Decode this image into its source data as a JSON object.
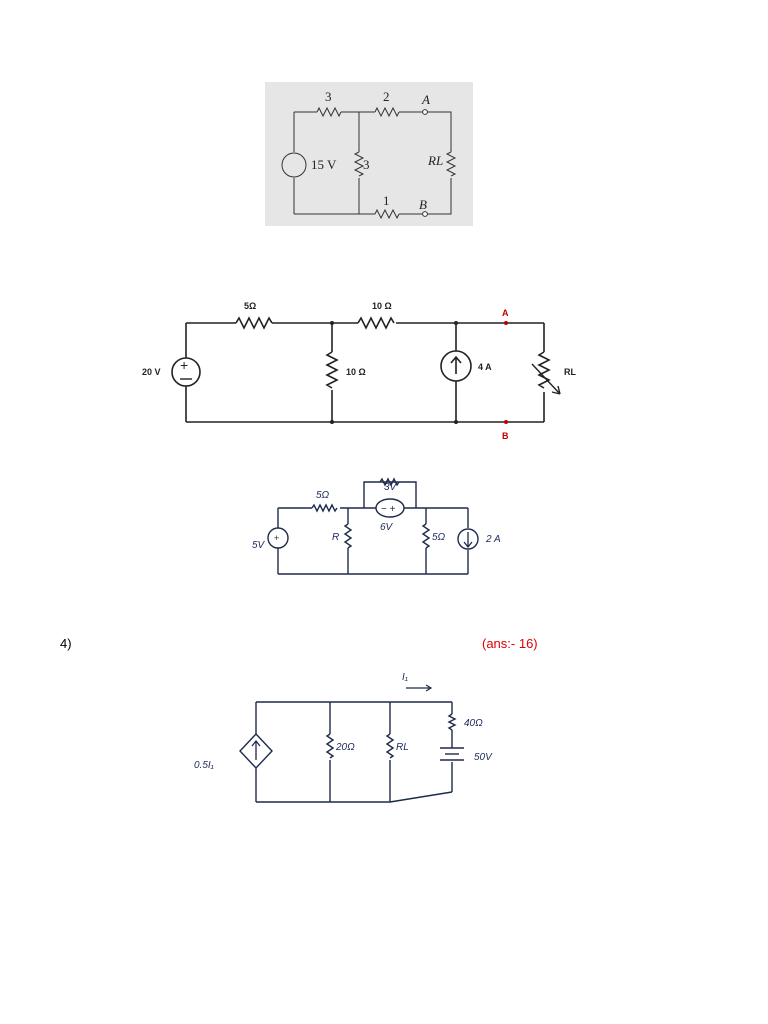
{
  "fig1": {
    "labels": {
      "r_top_left": "3",
      "r_top_mid": "2",
      "node_a": "A",
      "source": "15 V",
      "r_center": "3",
      "r_load": "RL",
      "r_bottom": "1",
      "node_b": "B"
    }
  },
  "fig2": {
    "labels": {
      "r_left": "5Ω",
      "r_mid": "10 Ω",
      "node_a": "A",
      "source_v": "20 V",
      "r_shunt": "10 Ω",
      "source_i": "4 A",
      "r_load": "RL",
      "node_b": "B"
    }
  },
  "fig3": {
    "labels": {
      "r_top": "3V",
      "r_left": "5Ω",
      "source_v": "6V",
      "source_left": "5V",
      "r_r": "R",
      "r_right": "5Ω",
      "source_i": "2 A"
    }
  },
  "question": {
    "number": "4)",
    "answer": "(ans:- 16)"
  },
  "fig4": {
    "labels": {
      "current": "I₁",
      "dep_source": "0.5I₁",
      "r_shunt": "20Ω",
      "r_load": "RL",
      "r_series": "40Ω",
      "battery": "50V"
    }
  }
}
